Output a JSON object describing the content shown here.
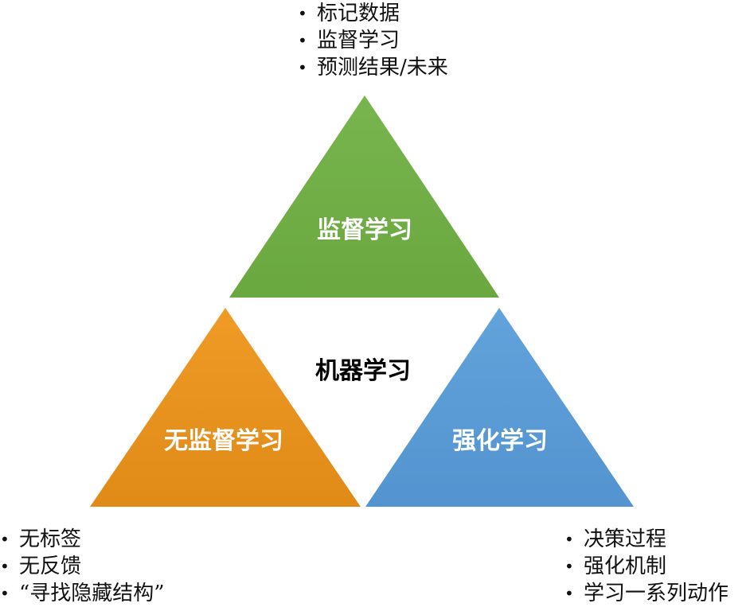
{
  "diagram": {
    "center_label": "机器学习",
    "triangles": {
      "supervised": {
        "label": "监督学习",
        "color": "#70ad47",
        "bullets": [
          "标记数据",
          "监督学习",
          "预测结果/未来"
        ]
      },
      "unsupervised": {
        "label": "无监督学习",
        "color": "#e8931f",
        "bullets": [
          "无标签",
          "无反馈",
          "“寻找隐藏结构”"
        ]
      },
      "reinforcement": {
        "label": "强化学习",
        "color": "#5b9bd5",
        "bullets": [
          "决策过程",
          "强化机制",
          "学习一系列动作"
        ]
      }
    }
  }
}
